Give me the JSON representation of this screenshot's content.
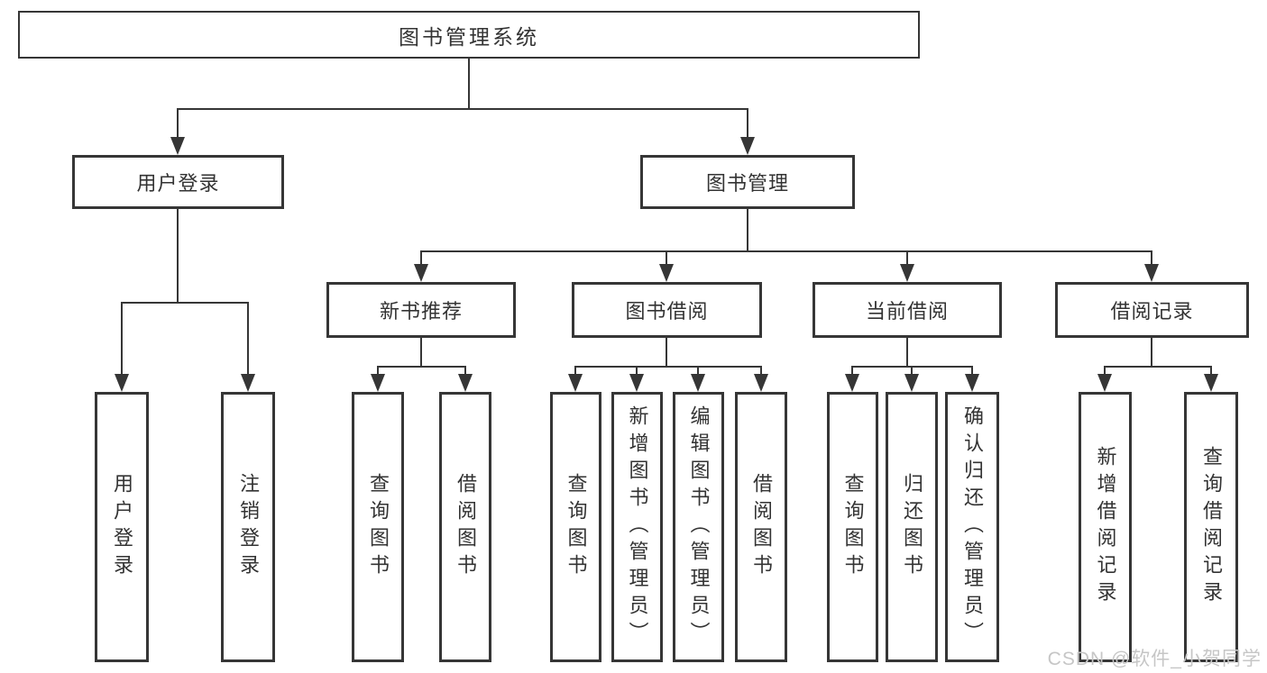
{
  "tree": {
    "label": "图书管理系统",
    "children": [
      {
        "label": "用户登录",
        "children": [
          {
            "label": "用户登录"
          },
          {
            "label": "注销登录"
          }
        ]
      },
      {
        "label": "图书管理",
        "children": [
          {
            "label": "新书推荐",
            "children": [
              {
                "label": "查询图书"
              },
              {
                "label": "借阅图书"
              }
            ]
          },
          {
            "label": "图书借阅",
            "children": [
              {
                "label": "查询图书"
              },
              {
                "label": "新增图书（管理员）"
              },
              {
                "label": "编辑图书（管理员）"
              },
              {
                "label": "借阅图书"
              }
            ]
          },
          {
            "label": "当前借阅",
            "children": [
              {
                "label": "查询图书"
              },
              {
                "label": "归还图书"
              },
              {
                "label": "确认归还（管理员）"
              }
            ]
          },
          {
            "label": "借阅记录",
            "children": [
              {
                "label": "新增借阅记录"
              },
              {
                "label": "查询借阅记录"
              }
            ]
          }
        ]
      }
    ]
  },
  "watermark": {
    "text": "CSDN @软件_小贺同学"
  },
  "colors": {
    "line": "#363636",
    "text": "#333333",
    "watermark": "#c6c6c6",
    "background": "#ffffff"
  }
}
